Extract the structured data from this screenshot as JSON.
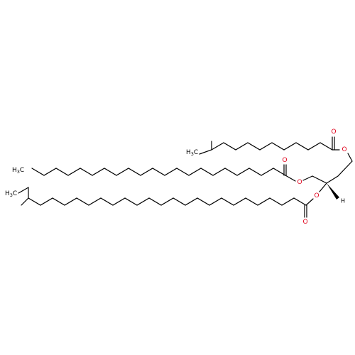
{
  "molecule": {
    "atoms": {
      "oxygen_symbol": "O",
      "hydrogen_symbol": "H",
      "methyl": {
        "base": "H",
        "sub": "3",
        "tail": "C"
      },
      "methyl_top": {
        "base": "H",
        "sub": "3",
        "tail": "C"
      }
    },
    "colors": {
      "bond": "#000000",
      "oxygen": "#e0001a",
      "background": "#ffffff"
    }
  }
}
